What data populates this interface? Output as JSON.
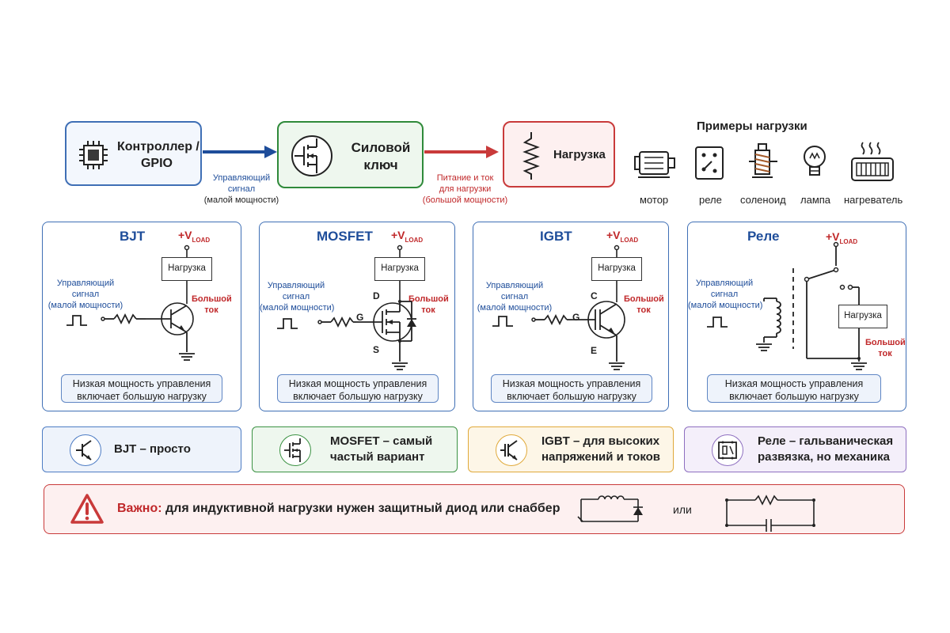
{
  "top_flow": {
    "controller": {
      "line1": "Контроллер /",
      "line2": "GPIO"
    },
    "switch": {
      "line1": "Силовой",
      "line2": "ключ"
    },
    "load": {
      "label": "Нагрузка"
    },
    "arrow1": {
      "line1": "Управляющий",
      "line2": "сигнал",
      "line3": "(малой мощности)"
    },
    "arrow2": {
      "line1": "Питание и ток",
      "line2": "для нагрузки",
      "line3": "(большой мощности)"
    },
    "colors": {
      "blue": "#1e4d9a",
      "green": "#2f8a3a",
      "red": "#c93a3a"
    }
  },
  "load_examples": {
    "title": "Примеры нагрузки",
    "items": [
      {
        "label": "мотор",
        "icon": "motor-icon"
      },
      {
        "label": "реле",
        "icon": "relay-icon"
      },
      {
        "label": "соленоид",
        "icon": "solenoid-icon"
      },
      {
        "label": "лампа",
        "icon": "lamp-icon"
      },
      {
        "label": "нагреватель",
        "icon": "heater-icon"
      }
    ]
  },
  "panels": [
    {
      "title": "BJT",
      "vload_main": "+V",
      "vload_sub": "LOAD",
      "load": "Нагрузка",
      "signal": {
        "line1": "Управляющий",
        "line2": "сигнал",
        "line3": "(малой мощности)"
      },
      "current": {
        "line1": "Большой",
        "line2": "ток"
      },
      "note": {
        "line1": "Низкая мощность управления",
        "line2": "включает большую нагрузку"
      }
    },
    {
      "title": "MOSFET",
      "vload_main": "+V",
      "vload_sub": "LOAD",
      "load": "Нагрузка",
      "signal": {
        "line1": "Управляющий",
        "line2": "сигнал",
        "line3": "(малой мощности)"
      },
      "current": {
        "line1": "Большой",
        "line2": "ток"
      },
      "pins": {
        "d": "D",
        "g": "G",
        "s": "S"
      },
      "note": {
        "line1": "Низкая мощность управления",
        "line2": "включает большую нагрузку"
      }
    },
    {
      "title": "IGBT",
      "vload_main": "+V",
      "vload_sub": "LOAD",
      "load": "Нагрузка",
      "signal": {
        "line1": "Управляющий",
        "line2": "сигнал",
        "line3": "(малой мощности)"
      },
      "current": {
        "line1": "Большой",
        "line2": "ток"
      },
      "pins": {
        "c": "C",
        "g": "G",
        "e": "E"
      },
      "note": {
        "line1": "Низкая мощность управления",
        "line2": "включает большую нагрузку"
      }
    },
    {
      "title": "Реле",
      "vload_main": "+V",
      "vload_sub": "LOAD",
      "load": "Нагрузка",
      "signal": {
        "line1": "Управляющий",
        "line2": "сигнал",
        "line3": "(малой мощности)"
      },
      "current": {
        "line1": "Большой",
        "line2": "ток"
      },
      "note": {
        "line1": "Низкая мощность управления",
        "line2": "включает большую нагрузку"
      }
    }
  ],
  "summary": [
    {
      "line1": "BJT – просто",
      "line2": "",
      "border": "#4d7cc4",
      "bg": "#eef3fb"
    },
    {
      "line1": "MOSFET – самый",
      "line2": "частый вариант",
      "border": "#3b9243",
      "bg": "#eef7ee"
    },
    {
      "line1": "IGBT – для высоких",
      "line2": "напряжений и токов",
      "border": "#e0a93a",
      "bg": "#fdf6e7"
    },
    {
      "line1": "Реле – гальваническая",
      "line2": "развязка, но механика",
      "border": "#8e6fc0",
      "bg": "#f4effa"
    }
  ],
  "warning": {
    "strong": "Важно:",
    "text": " для индуктивной нагрузки нужен защитный диод или снаббер",
    "or": "или",
    "icon": "warning-icon",
    "border": "#c93a3a",
    "bg": "#fdf0f0"
  }
}
